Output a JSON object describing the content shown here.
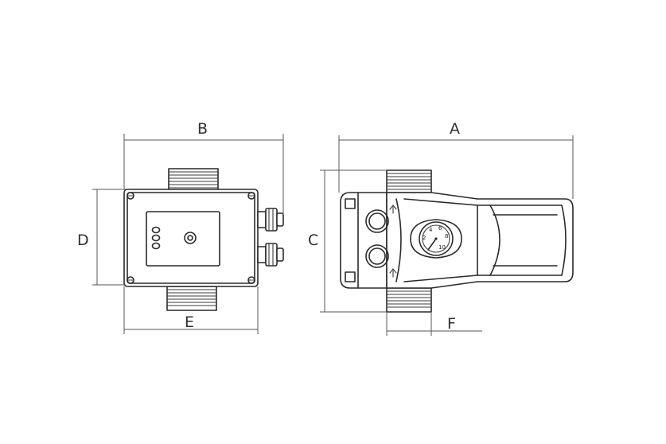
{
  "dimension_labels": {
    "a": "A",
    "b": "B",
    "c": "C",
    "d": "D",
    "e": "E",
    "f": "F"
  },
  "gauge": {
    "scale": [
      "2",
      "4",
      "6",
      "8",
      "10"
    ]
  },
  "colors": {
    "line": "#2a2a2a",
    "dimension": "#555555",
    "background": "#ffffff"
  }
}
